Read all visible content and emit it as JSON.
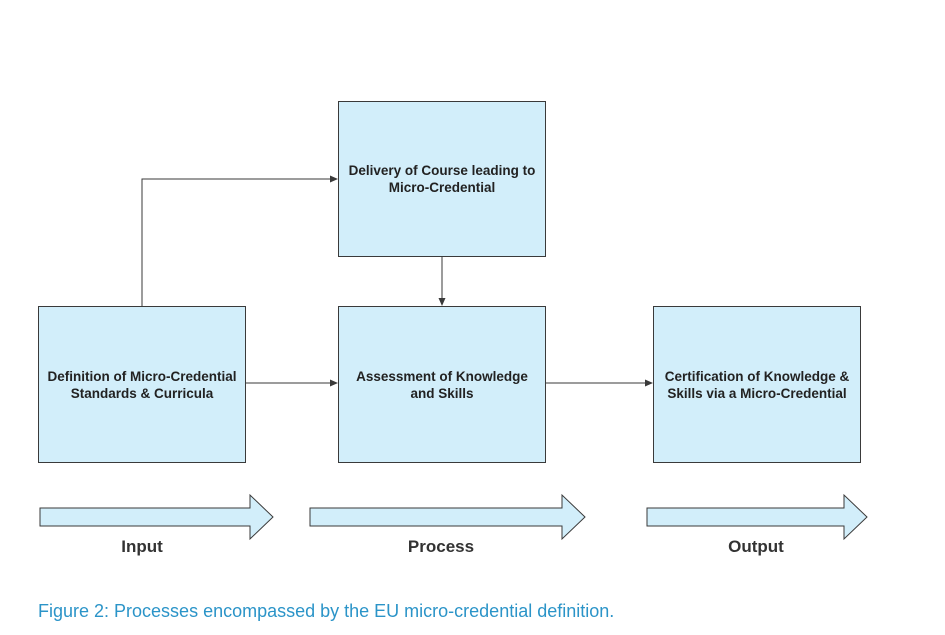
{
  "theme": {
    "box_fill": "#d2eefa",
    "line_color": "#3a3a3a",
    "caption_color": "#2b94c8"
  },
  "boxes": {
    "delivery": "Delivery of Course leading to Micro-Credential",
    "definition": "Definition of Micro-Credential Standards & Curricula",
    "assessment": "Assessment of Knowledge and Skills",
    "certification": "Certification of Knowledge & Skills via a Micro-Credential"
  },
  "stages": {
    "input": "Input",
    "process": "Process",
    "output": "Output"
  },
  "caption": "Figure 2: Processes encompassed by the EU micro-credential definition."
}
